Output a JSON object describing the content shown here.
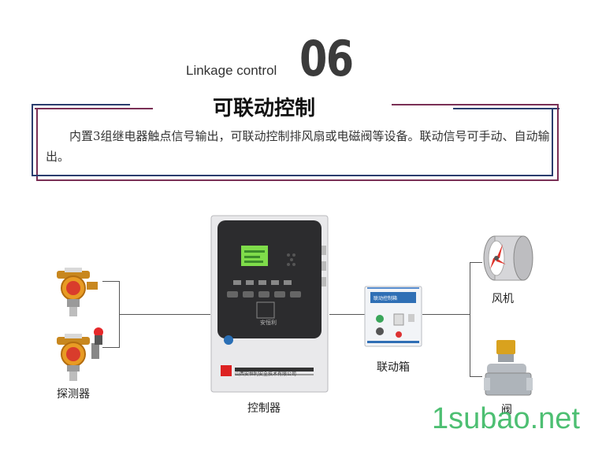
{
  "header": {
    "eyebrow": "Linkage control",
    "number": "06",
    "title": "可联动控制"
  },
  "description": "内置3组继电器触点信号输出，可联动控制排风扇或电磁阀等设备。联动信号可手动、自动输出。",
  "diagram": {
    "detector_label": "探测器",
    "controller_label": "控制器",
    "linkbox_label": "联动箱",
    "linkbox_panel_text": "联动控制箱",
    "fan_label": "风机",
    "valve_label": "阀",
    "controller_brand": "安恒利",
    "controller_company": "山西安恒利安全技术有限公司"
  },
  "colors": {
    "navy": "#2a3d6e",
    "maroon": "#7a2f55",
    "teal": "#2f6d8c",
    "watermark": "#2fb45a"
  },
  "watermark": "1subao.net"
}
